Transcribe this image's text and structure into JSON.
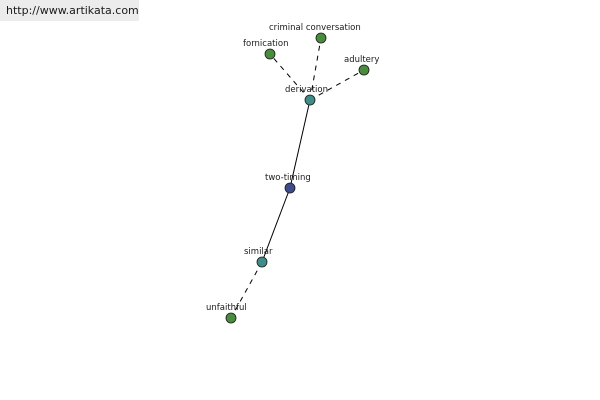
{
  "header": {
    "url": "http://www.artikata.com"
  },
  "graph": {
    "nodes": [
      {
        "id": "two-timing",
        "label": "two-timing",
        "color": "#3d4c8a",
        "kind": "center"
      },
      {
        "id": "derivation",
        "label": "derivation",
        "color": "#3f8d86",
        "kind": "relation"
      },
      {
        "id": "similar",
        "label": "similar",
        "color": "#3f8d86",
        "kind": "relation"
      },
      {
        "id": "criminal-conversation",
        "label": "criminal conversation",
        "color": "#4a8c3d",
        "kind": "word"
      },
      {
        "id": "fornication",
        "label": "fornication",
        "color": "#4a8c3d",
        "kind": "word"
      },
      {
        "id": "adultery",
        "label": "adultery",
        "color": "#4a8c3d",
        "kind": "word"
      },
      {
        "id": "unfaithful",
        "label": "unfaithful",
        "color": "#4a8c3d",
        "kind": "word"
      }
    ],
    "edges": [
      {
        "from": "two-timing",
        "to": "derivation",
        "style": "solid"
      },
      {
        "from": "two-timing",
        "to": "similar",
        "style": "solid"
      },
      {
        "from": "derivation",
        "to": "criminal-conversation",
        "style": "dashed"
      },
      {
        "from": "derivation",
        "to": "fornication",
        "style": "dashed"
      },
      {
        "from": "derivation",
        "to": "adultery",
        "style": "dashed"
      },
      {
        "from": "similar",
        "to": "unfaithful",
        "style": "dashed"
      }
    ]
  }
}
